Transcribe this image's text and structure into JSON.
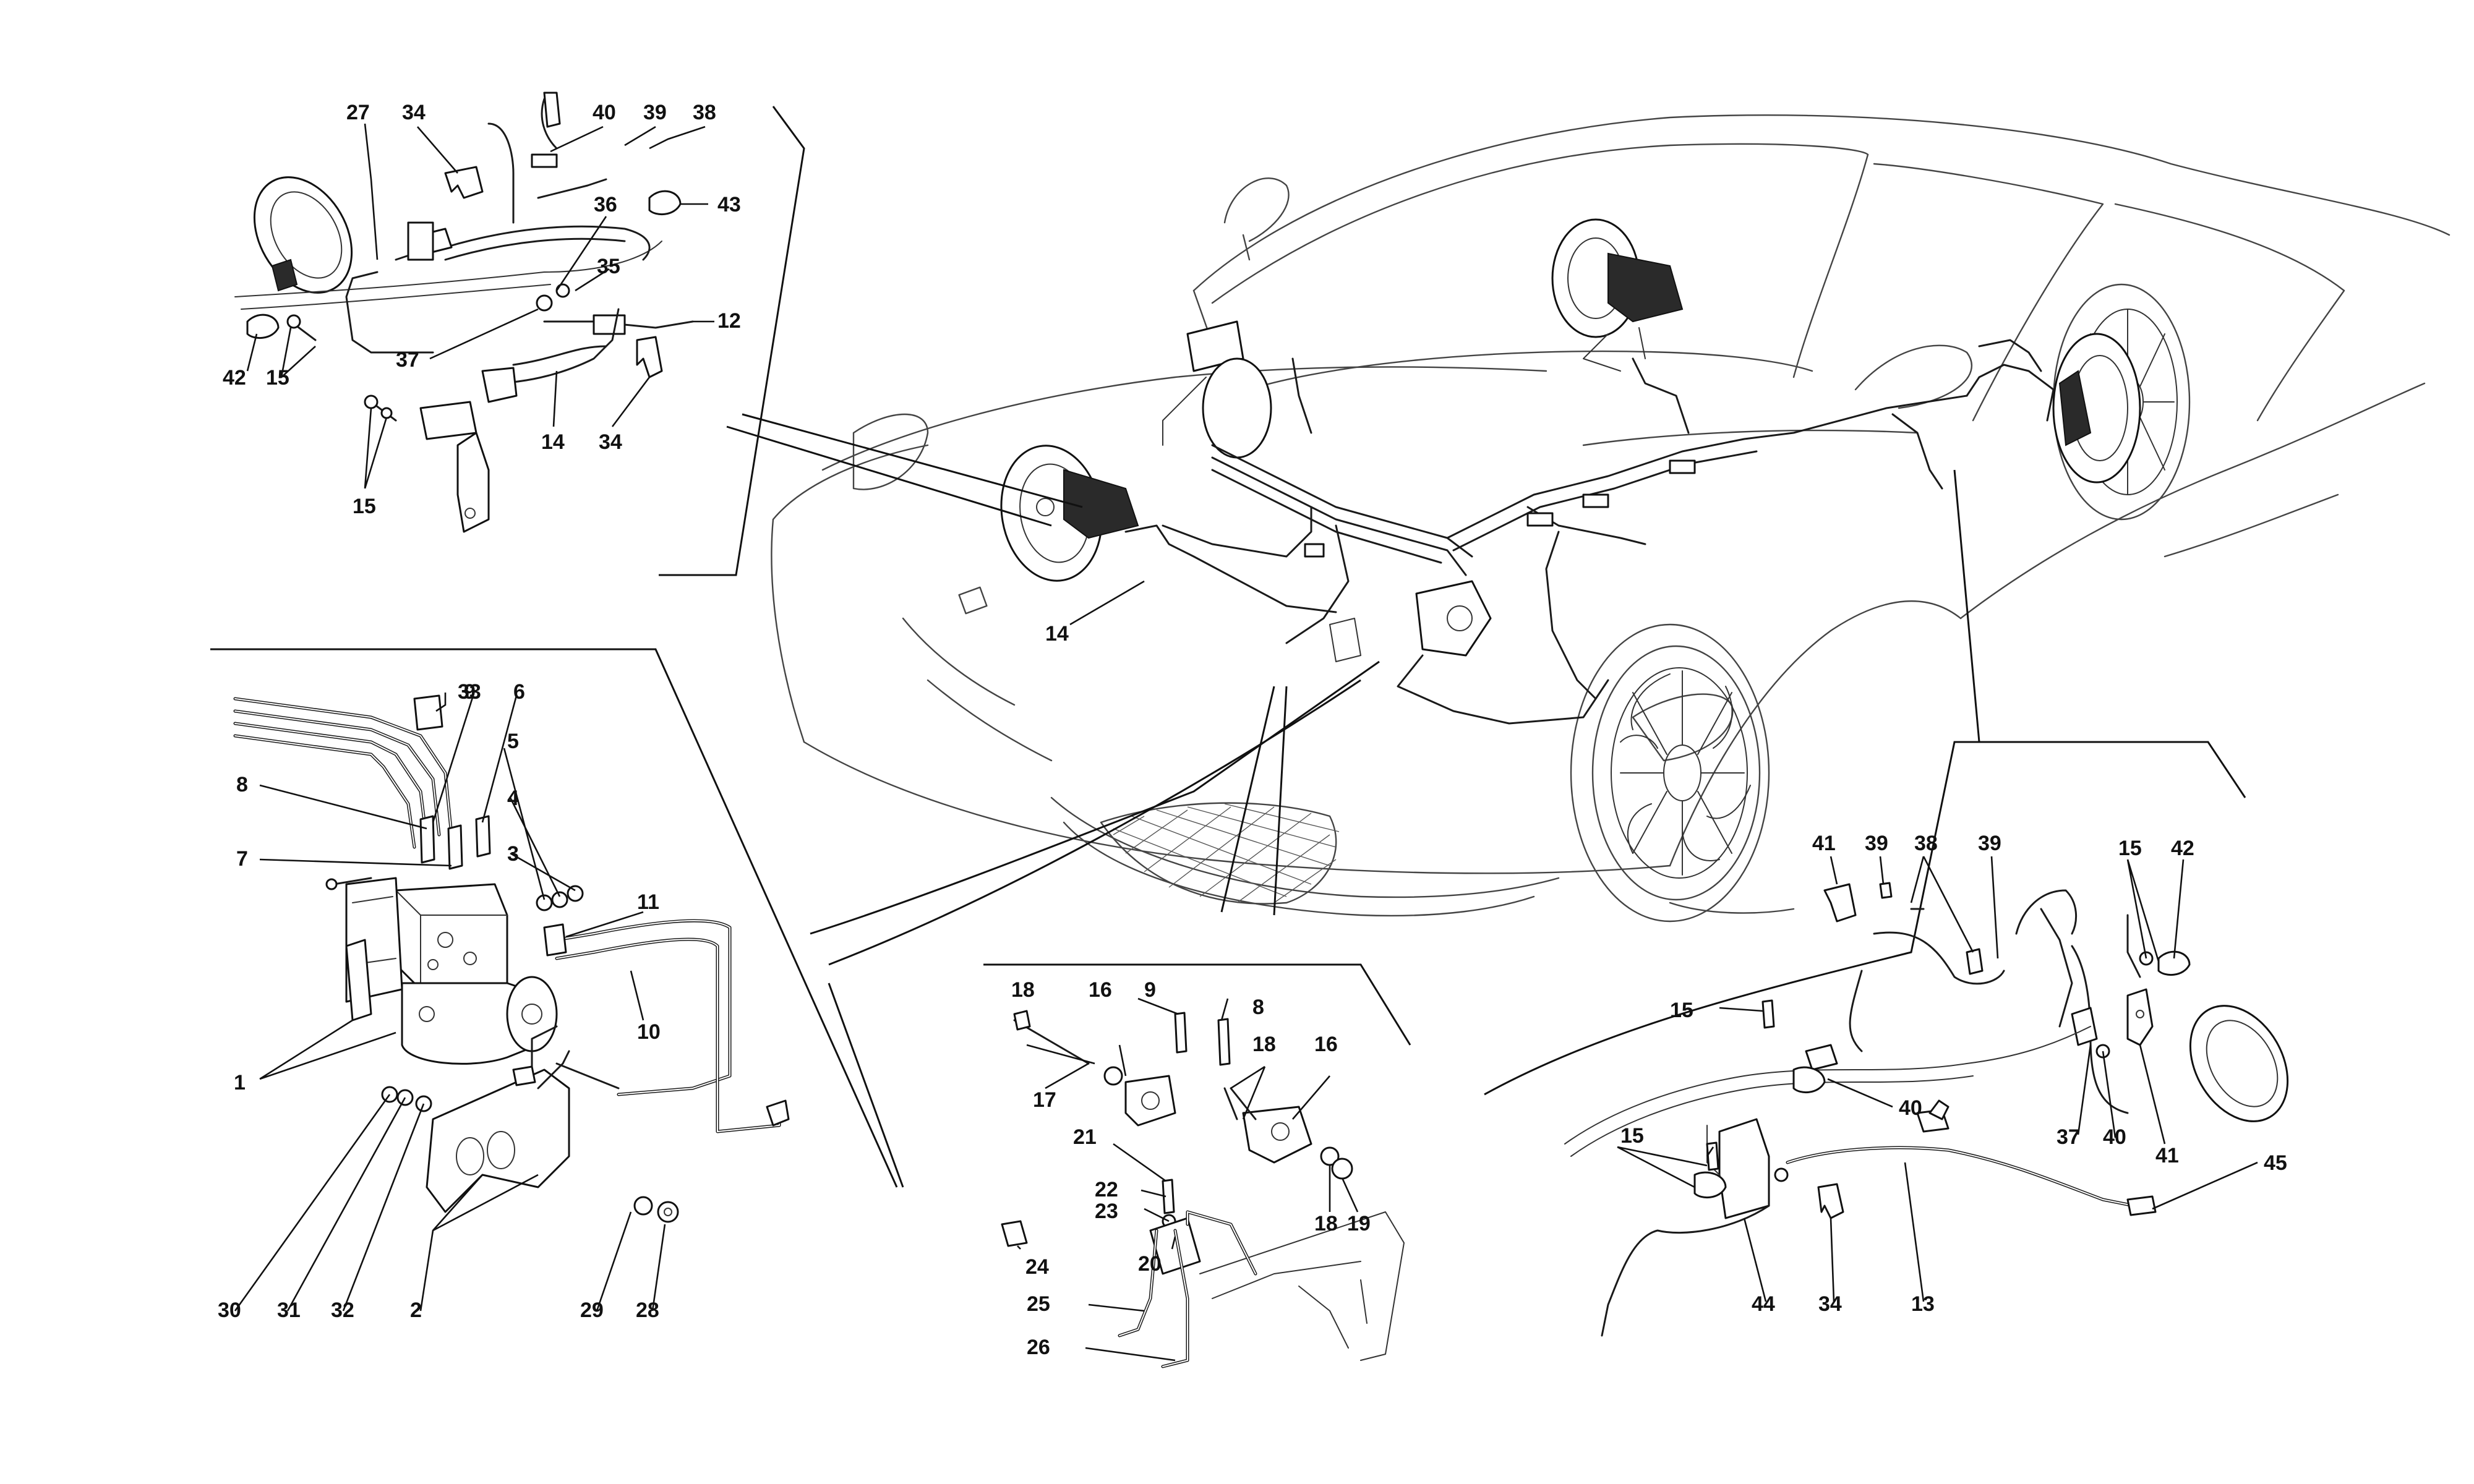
{
  "diagram": {
    "part_labels": [
      {
        "id": "p27-top",
        "text": "27"
      },
      {
        "id": "p34-top",
        "text": "34"
      },
      {
        "id": "p40-top",
        "text": "40"
      },
      {
        "id": "p39-top",
        "text": "39"
      },
      {
        "id": "p38-top",
        "text": "38"
      },
      {
        "id": "p43-top",
        "text": "43"
      },
      {
        "id": "p36-top",
        "text": "36"
      },
      {
        "id": "p35-top",
        "text": "35"
      },
      {
        "id": "p37-top",
        "text": "37"
      },
      {
        "id": "p12-top",
        "text": "12"
      },
      {
        "id": "p42-top",
        "text": "42"
      },
      {
        "id": "p15-top-a",
        "text": "15"
      },
      {
        "id": "p14-top",
        "text": "14"
      },
      {
        "id": "p34-top-b",
        "text": "34"
      },
      {
        "id": "p15-top-b",
        "text": "15"
      },
      {
        "id": "p14-car",
        "text": "14"
      },
      {
        "id": "p33",
        "text": "33"
      },
      {
        "id": "p9-abs",
        "text": "9"
      },
      {
        "id": "p6",
        "text": "6"
      },
      {
        "id": "p5",
        "text": "5"
      },
      {
        "id": "p8-abs",
        "text": "8"
      },
      {
        "id": "p4",
        "text": "4"
      },
      {
        "id": "p7",
        "text": "7"
      },
      {
        "id": "p3",
        "text": "3"
      },
      {
        "id": "p11",
        "text": "11"
      },
      {
        "id": "p10",
        "text": "10"
      },
      {
        "id": "p1",
        "text": "1"
      },
      {
        "id": "p30",
        "text": "30"
      },
      {
        "id": "p31",
        "text": "31"
      },
      {
        "id": "p32",
        "text": "32"
      },
      {
        "id": "p2",
        "text": "2"
      },
      {
        "id": "p29",
        "text": "29"
      },
      {
        "id": "p28",
        "text": "28"
      },
      {
        "id": "p18-a",
        "text": "18"
      },
      {
        "id": "p16-a",
        "text": "16"
      },
      {
        "id": "p9-mid",
        "text": "9"
      },
      {
        "id": "p8-mid",
        "text": "8"
      },
      {
        "id": "p17",
        "text": "17"
      },
      {
        "id": "p18-b",
        "text": "18"
      },
      {
        "id": "p16-b",
        "text": "16"
      },
      {
        "id": "p21",
        "text": "21"
      },
      {
        "id": "p22",
        "text": "22"
      },
      {
        "id": "p23",
        "text": "23"
      },
      {
        "id": "p18-c",
        "text": "18"
      },
      {
        "id": "p19",
        "text": "19"
      },
      {
        "id": "p24",
        "text": "24"
      },
      {
        "id": "p20",
        "text": "20"
      },
      {
        "id": "p25",
        "text": "25"
      },
      {
        "id": "p26",
        "text": "26"
      },
      {
        "id": "p41-a",
        "text": "41"
      },
      {
        "id": "p39-r-a",
        "text": "39"
      },
      {
        "id": "p38-r",
        "text": "38"
      },
      {
        "id": "p39-r-b",
        "text": "39"
      },
      {
        "id": "p15-r-a",
        "text": "15"
      },
      {
        "id": "p42-r",
        "text": "42"
      },
      {
        "id": "p15-r-b",
        "text": "15"
      },
      {
        "id": "p15-r-c",
        "text": "15"
      },
      {
        "id": "p40-r-a",
        "text": "40"
      },
      {
        "id": "p45",
        "text": "45"
      },
      {
        "id": "p37-r",
        "text": "37"
      },
      {
        "id": "p40-r-b",
        "text": "40"
      },
      {
        "id": "p41-b",
        "text": "41"
      },
      {
        "id": "p44",
        "text": "44"
      },
      {
        "id": "p34-r",
        "text": "34"
      },
      {
        "id": "p13",
        "text": "13"
      }
    ]
  }
}
